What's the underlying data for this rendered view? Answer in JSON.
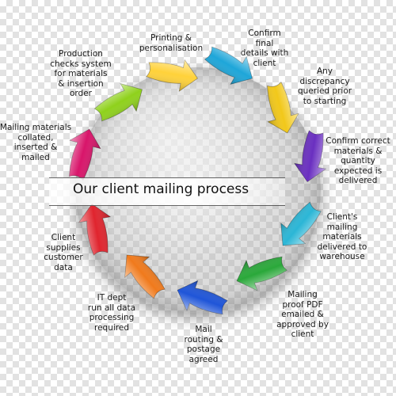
{
  "title": "Our client mailing process",
  "steps": [
    {
      "text": "Printing &\npersonalisation",
      "color": "#ffd23a"
    },
    {
      "text": "Confirm\nfinal\ndetails with\nclient",
      "color": "#1ea6d9"
    },
    {
      "text": "Any\ndiscrepancy\nqueried prior\nto starting",
      "color": "#f2c81a"
    },
    {
      "text": "Confirm correct\nmaterials &\nquantity\nexpected is\ndelivered",
      "color": "#6a2fc0"
    },
    {
      "text": "Client's\nmailing\nmaterials\ndelivered to\nwarehouse",
      "color": "#2bb6d6"
    },
    {
      "text": "Mailing\nproof PDF\nemailed &\napproved by\nclient",
      "color": "#2aa83a"
    },
    {
      "text": "Mail\nrouting &\npostage\nagreed",
      "color": "#1f55d8"
    },
    {
      "text": "IT dept\nrun all data\nprocessing\nrequired",
      "color": "#f07a1c"
    },
    {
      "text": "Client\nsupplies\ncustomer\ndata",
      "color": "#e0242e"
    },
    {
      "text": "Mailing materials\ncollated,\ninserted &\nmailed",
      "color": "#d8156a"
    },
    {
      "text": "Production\nchecks system\nfor materials\n& insertion\norder",
      "color": "#8fd11c"
    }
  ]
}
